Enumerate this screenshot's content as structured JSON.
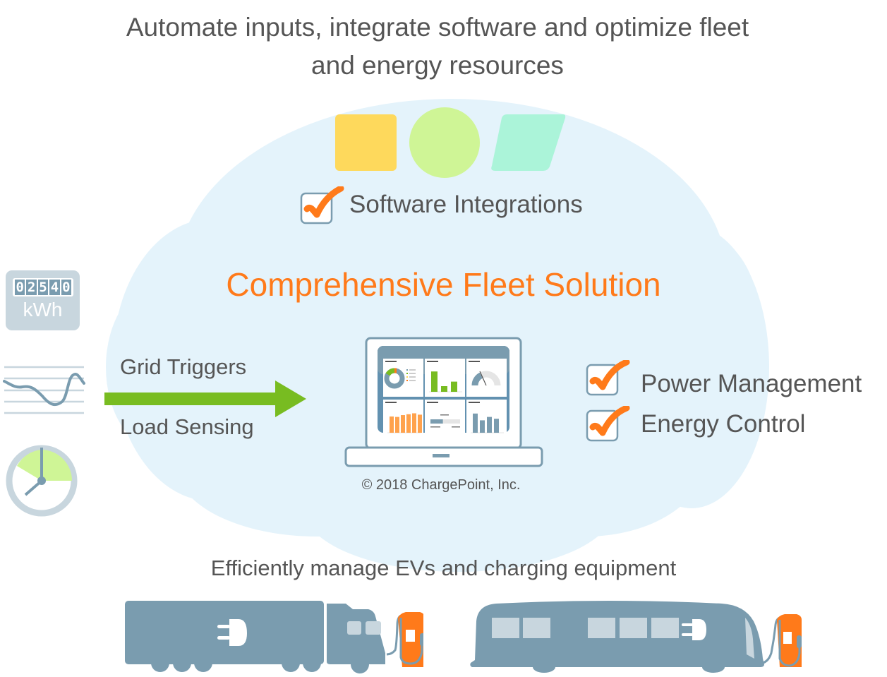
{
  "headline": {
    "line1": "Automate inputs, integrate software and optimize fleet",
    "line2": "and energy resources"
  },
  "software_shapes": [
    {
      "shape": "rounded-square",
      "color": "#fed95c"
    },
    {
      "shape": "circle",
      "color": "#cff596"
    },
    {
      "shape": "parallelogram",
      "color": "#abf4d9"
    }
  ],
  "features": {
    "software_integrations": {
      "label": "Software Integrations",
      "checked": true
    },
    "power_management": {
      "label": "Power Management",
      "checked": true
    },
    "energy_control": {
      "label": "Energy Control",
      "checked": true
    }
  },
  "center_title": "Comprehensive Fleet Solution",
  "inputs": {
    "top_label": "Grid Triggers",
    "bottom_label": "Load Sensing",
    "arrow_color": "#78bc21"
  },
  "input_icons": {
    "meter": {
      "digits": [
        "0",
        "2",
        "5",
        "4",
        "0"
      ],
      "unit": "kWh"
    },
    "waveform": "load-curve-icon",
    "clock": "time-of-use-clock-icon"
  },
  "laptop": {
    "dashboard_widgets": [
      {
        "type": "donut",
        "colors": [
          "#7a9caf",
          "#78bc21",
          "#fed95c",
          "#ff7a1a"
        ]
      },
      {
        "type": "bar",
        "color": "#78bc21",
        "values": [
          0.9,
          0.25,
          0.45
        ]
      },
      {
        "type": "gauge",
        "value": 0.35
      },
      {
        "type": "bar",
        "color": "#ffa24d",
        "values": [
          0.72,
          0.7,
          0.78,
          0.82,
          0.86,
          0.8
        ]
      },
      {
        "type": "progress",
        "value": 0.42
      },
      {
        "type": "bar",
        "color": "#7a9caf",
        "values": [
          0.85,
          0.55,
          0.7,
          0.62
        ]
      }
    ]
  },
  "copyright": "© 2018 ChargePoint, Inc.",
  "bottom_label": "Efficiently manage EVs and charging equipment",
  "vehicles": [
    {
      "type": "truck",
      "icon": "electric-truck-icon"
    },
    {
      "type": "bus",
      "icon": "electric-bus-icon"
    }
  ],
  "colors": {
    "accent_orange": "#ff7a1a",
    "slate": "#7a9caf",
    "cloud": "#e4f3fb",
    "text": "#555555"
  }
}
